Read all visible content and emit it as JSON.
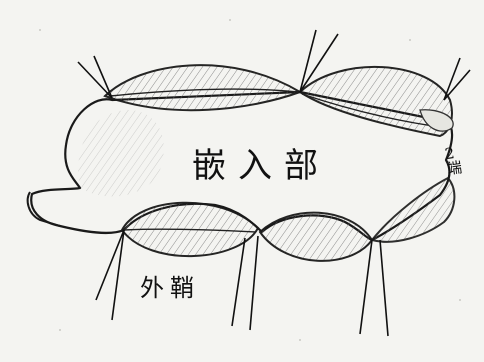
{
  "labels": {
    "main": "嵌入部",
    "sheath": "外鞘",
    "end": "2端"
  },
  "colors": {
    "background": "#f4f4f1",
    "ink": "#111111"
  }
}
